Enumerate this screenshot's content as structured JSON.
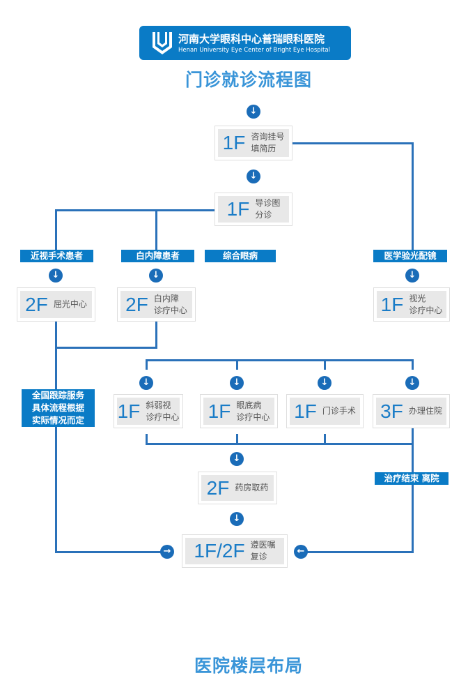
{
  "logo": {
    "cn": "河南大学眼科中心普瑞眼科医院",
    "en": "Henan University Eye Center of Bright Eye Hospital"
  },
  "title": "门诊就诊流程图",
  "footer_title": "医院楼层布局",
  "boxes": {
    "consult": {
      "floor": "1F",
      "l1": "咨询挂号",
      "l2": "填简历"
    },
    "guide": {
      "floor": "1F",
      "l1": "导诊图",
      "l2": "分诊"
    },
    "refract": {
      "floor": "2F",
      "l1": "屈光中心",
      "l2": ""
    },
    "cataract": {
      "floor": "2F",
      "l1": "白内障",
      "l2": "诊疗中心"
    },
    "optometry": {
      "floor": "1F",
      "l1": "视光",
      "l2": "诊疗中心"
    },
    "strabismus": {
      "floor": "1F",
      "l1": "斜弱视",
      "l2": "诊疗中心"
    },
    "fundus": {
      "floor": "1F",
      "l1": "眼底病",
      "l2": "诊疗中心"
    },
    "surgery": {
      "floor": "1F",
      "l1": "门诊手术",
      "l2": ""
    },
    "inpatient": {
      "floor": "3F",
      "l1": "办理住院",
      "l2": ""
    },
    "pharmacy": {
      "floor": "2F",
      "l1": "药房取药",
      "l2": ""
    },
    "followup": {
      "floor": "1F/2F",
      "l1": "遵医嘱",
      "l2": "复诊"
    }
  },
  "labels": {
    "myopia": "近视手术患者",
    "cataract": "白内障患者",
    "general": "综合眼病",
    "optics": "医学验光配镜",
    "tracking_l1": "全国跟踪服务",
    "tracking_l2": "具体流程根据",
    "tracking_l3": "实际情况而定",
    "discharge": "治疗结束  离院"
  }
}
